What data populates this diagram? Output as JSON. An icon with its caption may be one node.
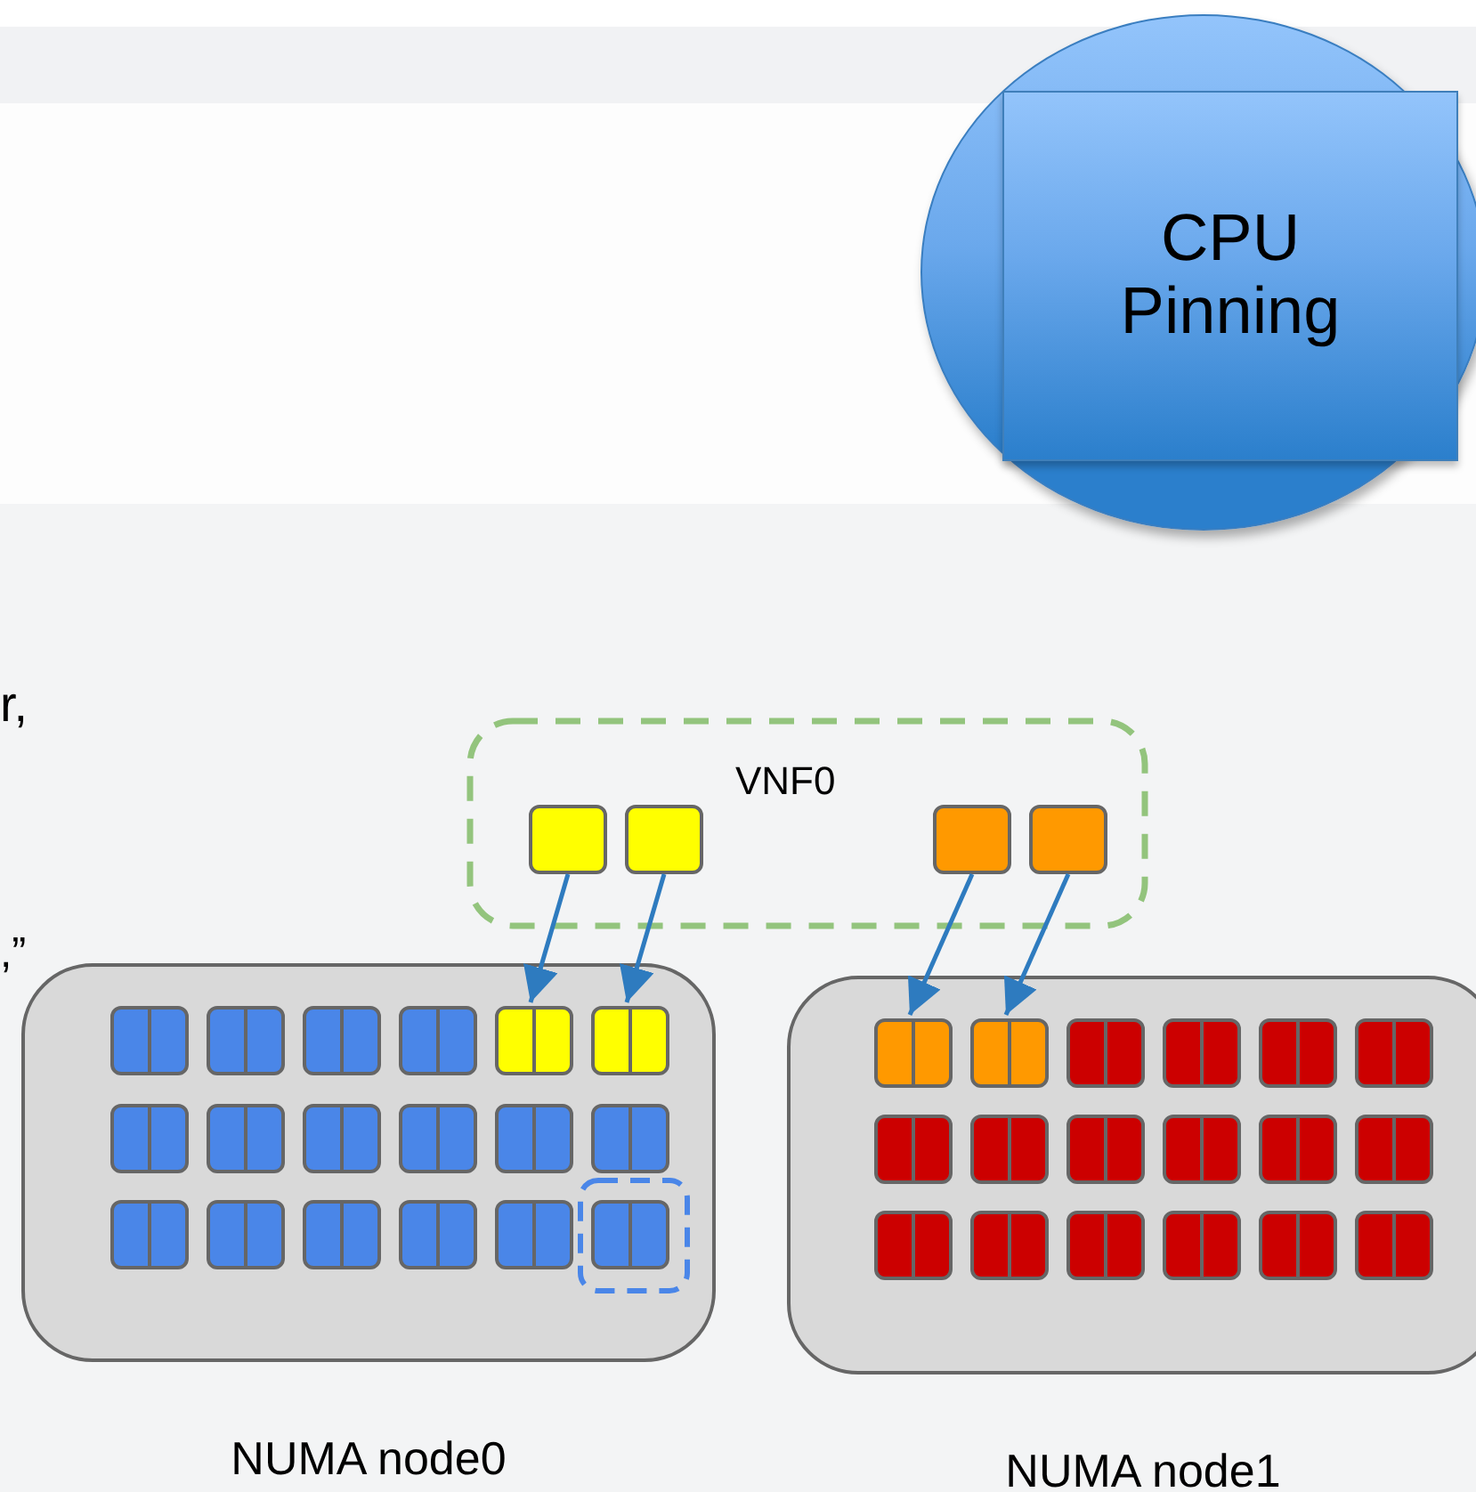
{
  "diagram": {
    "nodes": [
      {
        "text": [],
        "shape": "circle"
      },
      {
        "text": [
          "CPU Pinning"
        ],
        "in": 0
      },
      {
        "text": [
          "VNF0"
        ]
      },
      {
        "text": [],
        "shape": "box",
        "in": 2
      },
      {
        "text": [],
        "shape": "box",
        "in": 2
      },
      {
        "text": [],
        "shape": "box",
        "in": 2
      },
      {
        "text": [],
        "shape": "box",
        "in": 2
      },
      {
        "text": [
          "NUMA node0"
        ]
      },
      {
        "text": [],
        "shape": "box",
        "in": 7
      },
      {
        "text": [],
        "shape": "box",
        "in": 7
      },
      {
        "text": [],
        "shape": "box",
        "in": 7
      },
      {
        "text": [],
        "shape": "box",
        "in": 7
      },
      {
        "text": [],
        "shape": "box",
        "in": 7
      },
      {
        "text": [],
        "shape": "box",
        "in": 7
      },
      {
        "text": [],
        "shape": "box",
        "in": 7
      },
      {
        "text": [],
        "shape": "box",
        "in": 7
      },
      {
        "text": [],
        "shape": "box",
        "in": 7
      },
      {
        "text": [],
        "shape": "box",
        "in": 7
      },
      {
        "text": [],
        "shape": "box",
        "in": 7
      },
      {
        "text": [],
        "shape": "box",
        "in": 7
      },
      {
        "text": [],
        "shape": "box",
        "in": 7
      },
      {
        "text": [],
        "shape": "box",
        "in": 7
      },
      {
        "text": [],
        "shape": "box",
        "in": 7
      },
      {
        "text": [],
        "shape": "box",
        "in": 7
      },
      {
        "text": [],
        "shape": "box",
        "in": 7
      },
      {
        "text": [],
        "shape": "box",
        "in": 7
      },
      {
        "text": [
          "NUMA node1"
        ]
      },
      {
        "text": [],
        "shape": "box",
        "in": 26
      },
      {
        "text": [],
        "shape": "box",
        "in": 26
      },
      {
        "text": [],
        "shape": "box",
        "in": 26
      },
      {
        "text": [],
        "shape": "box",
        "in": 26
      },
      {
        "text": [],
        "shape": "box",
        "in": 26
      },
      {
        "text": [],
        "shape": "box",
        "in": 26
      },
      {
        "text": [],
        "shape": "box",
        "in": 26
      },
      {
        "text": [],
        "shape": "box",
        "in": 26
      },
      {
        "text": [],
        "shape": "box",
        "in": 26
      },
      {
        "text": [],
        "shape": "box",
        "in": 26
      },
      {
        "text": [],
        "shape": "box",
        "in": 26
      },
      {
        "text": [],
        "shape": "box",
        "in": 26
      },
      {
        "text": [],
        "shape": "box",
        "in": 26
      },
      {
        "text": [],
        "shape": "box",
        "in": 26
      },
      {
        "text": [],
        "shape": "box",
        "in": 26
      },
      {
        "text": [],
        "shape": "box",
        "in": 26
      },
      {
        "text": [],
        "shape": "box",
        "in": 26
      },
      {
        "text": [],
        "shape": "box",
        "in": 26
      }
    ],
    "edges": [
      {
        "from": 3,
        "to": 12,
        "arrow": "to"
      },
      {
        "from": 4,
        "to": 13,
        "arrow": "to"
      },
      {
        "from": 5,
        "to": 27,
        "arrow": "to"
      },
      {
        "from": 6,
        "to": 28,
        "arrow": "to"
      }
    ],
    "labels": [
      "r,",
      ",”"
    ]
  }
}
